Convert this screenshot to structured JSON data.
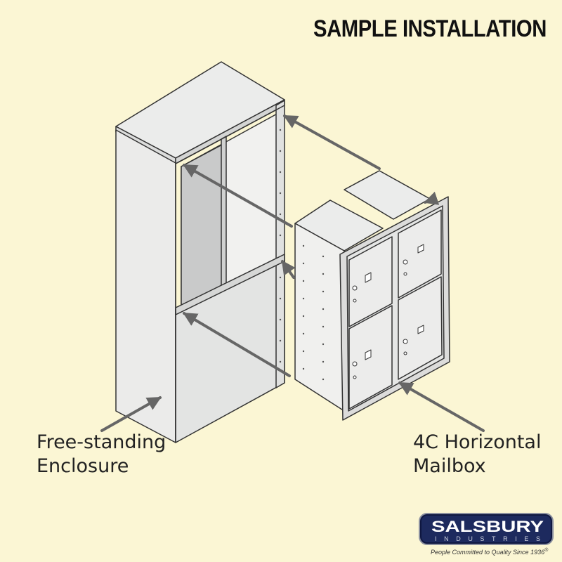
{
  "header": {
    "title": "SAMPLE INSTALLATION"
  },
  "labels": {
    "enclosure_line1": "Free-standing",
    "enclosure_line2": "Enclosure",
    "mailbox_line1": "4C Horizontal",
    "mailbox_line2": "Mailbox"
  },
  "brand": {
    "logo_text": "SALSBURY",
    "logo_subtext": "INDUSTRIES",
    "tagline": "People Committed to Quality Since 1936",
    "tagline_mark": "®"
  },
  "colors": {
    "background": "#fbf6d4",
    "metal": "#e9eaea",
    "line": "#333333",
    "arrow": "#666666",
    "logo_bg": "#1d2a5e"
  }
}
